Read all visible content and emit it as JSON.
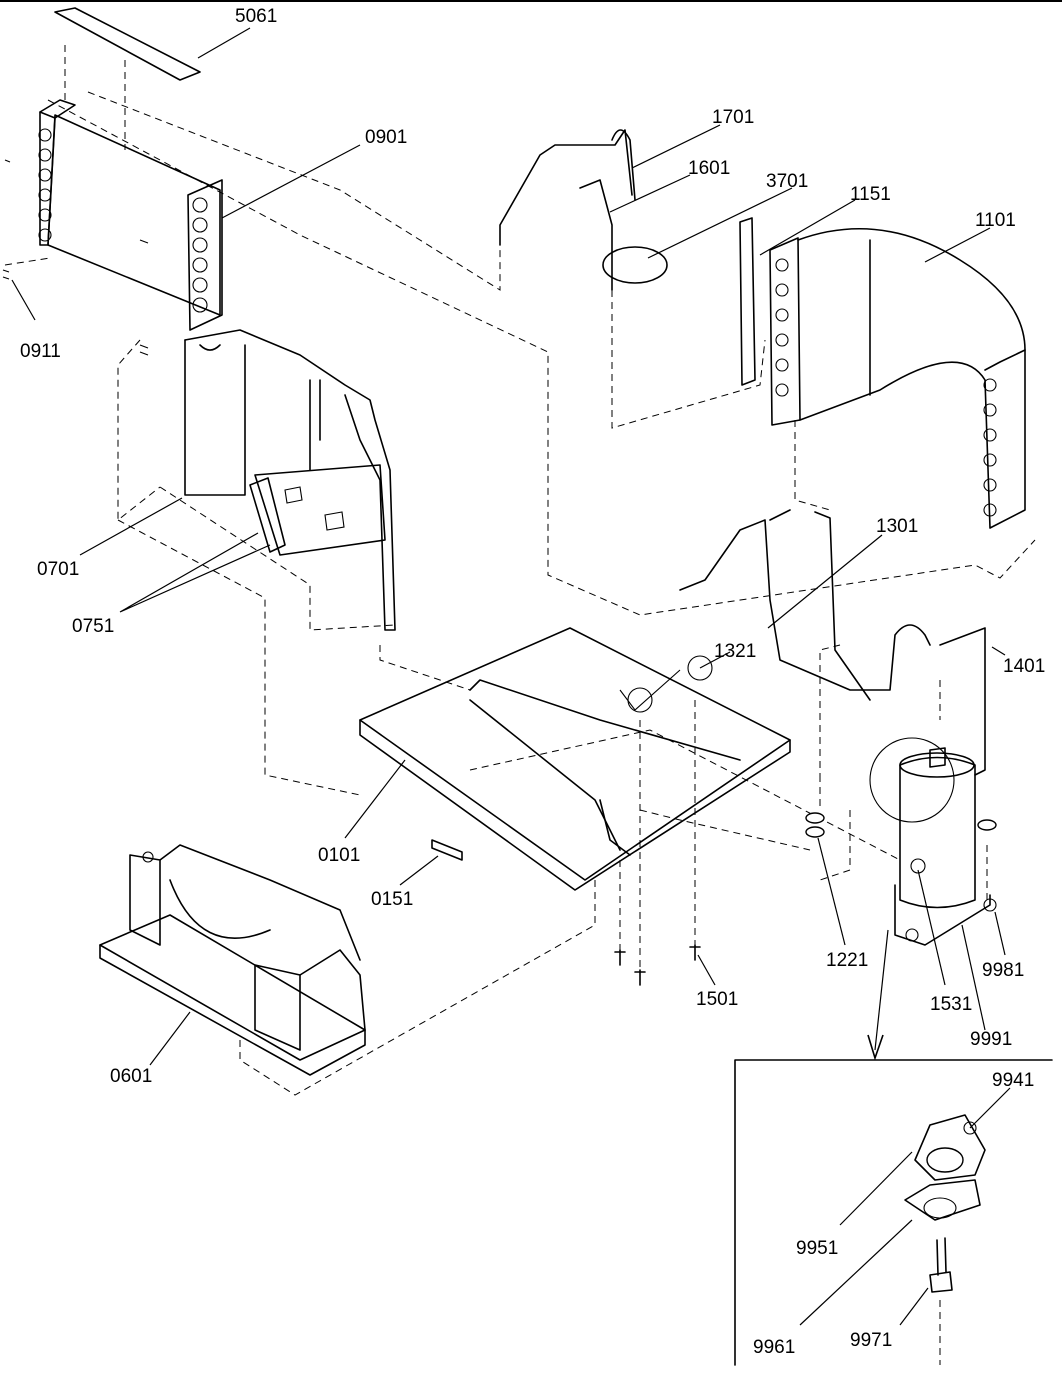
{
  "parts": {
    "p5061": "5061",
    "p0901": "0901",
    "p0911": "0911",
    "p1701": "1701",
    "p1601": "1601",
    "p3701": "3701",
    "p1151": "1151",
    "p1101": "1101",
    "p0701": "0701",
    "p0751": "0751",
    "p1301": "1301",
    "p1321": "1321",
    "p1401": "1401",
    "p0101": "0101",
    "p0151": "0151",
    "p1221": "1221",
    "p1501": "1501",
    "p1531": "1531",
    "p9981": "9981",
    "p9991": "9991",
    "p0601": "0601",
    "p9941": "9941",
    "p9951": "9951",
    "p9961": "9961",
    "p9971": "9971"
  }
}
